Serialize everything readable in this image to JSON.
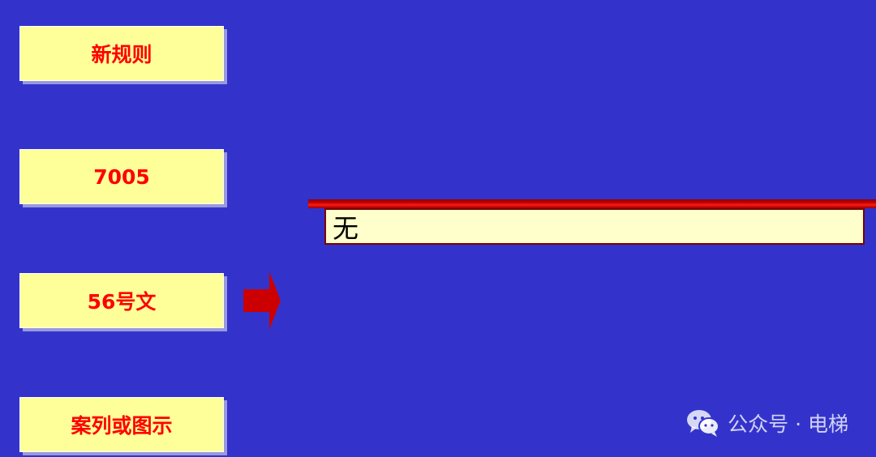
{
  "sidebar": {
    "items": [
      {
        "label": "新规则"
      },
      {
        "label": "7005"
      },
      {
        "label": "56号文"
      },
      {
        "label": "案列或图示"
      }
    ]
  },
  "content": {
    "text": "无"
  },
  "watermark": {
    "text": "公众号 · 电梯",
    "icon": "wechat-icon"
  },
  "colors": {
    "background": "#3333cc",
    "box_fill": "#ffff99",
    "box_text": "#ff0000",
    "arrow": "#cc0000",
    "rule": "#cc0000",
    "content_fill": "#ffffcc"
  }
}
